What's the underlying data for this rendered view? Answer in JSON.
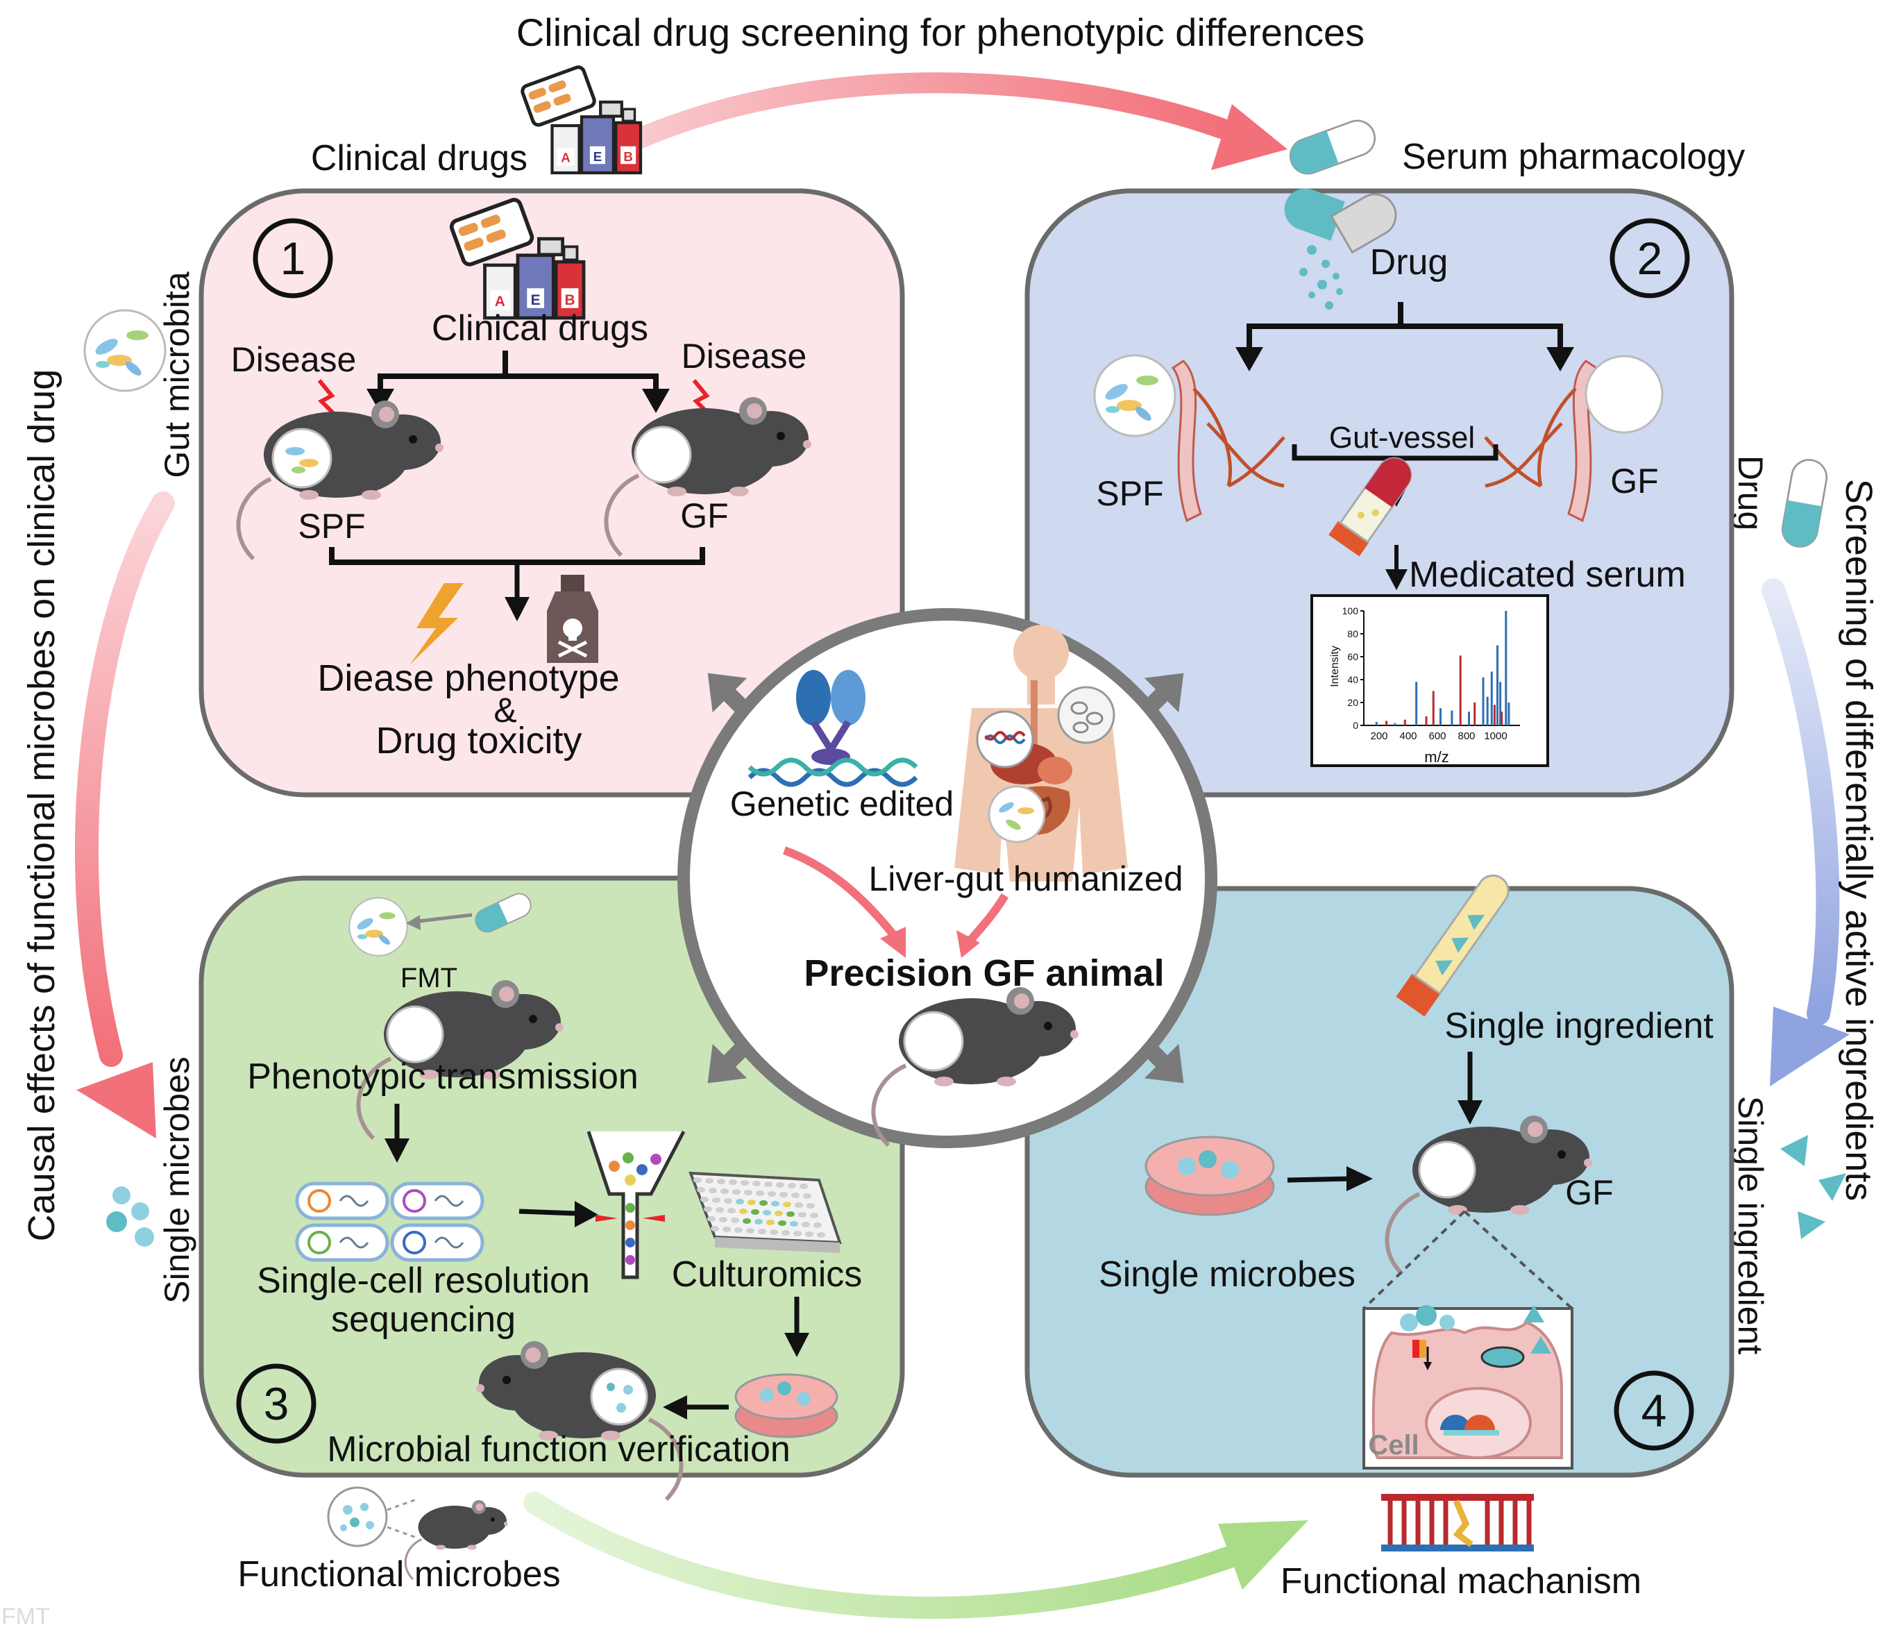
{
  "top_flow": {
    "title": "Clinical drug screening for phenotypic differences",
    "left_label": "Clinical drugs",
    "right_label": "Serum pharmacology"
  },
  "left_flow": {
    "main_label": "Causal effects of functional microbes on clinical drug",
    "top_label": "Gut microbita",
    "bottom_label": "Single microbes"
  },
  "right_flow": {
    "main_label": "Screening of differentially active ingredients",
    "top_label": "Drug",
    "bottom_label": "Single ingredient"
  },
  "bottom_flow": {
    "left_label": "Functional microbes",
    "right_label": "Functional machanism"
  },
  "panel1": {
    "number": "1",
    "drugs_label": "Clinical drugs",
    "disease_left": "Disease",
    "disease_right": "Disease",
    "spf_label": "SPF",
    "gf_label": "GF",
    "result_line1": "Diease phenotype",
    "result_amp": "&",
    "result_line2": "Drug toxicity",
    "bottle_letters": [
      "A",
      "E",
      "B"
    ]
  },
  "panel2": {
    "number": "2",
    "drug_label": "Drug",
    "spf_label": "SPF",
    "gf_label": "GF",
    "gut_vessel_label": "Gut-vessel",
    "serum_label": "Medicated serum",
    "spectrum": {
      "ylabel": "Intensity",
      "xlabel": "m/z",
      "yticks": [
        "0",
        "20",
        "40",
        "60",
        "80",
        "100"
      ],
      "xticks": [
        "200",
        "400",
        "600",
        "800",
        "1000"
      ]
    }
  },
  "panel3": {
    "number": "3",
    "fmt_label": "FMT",
    "transmission_label": "Phenotypic transmission",
    "sequencing_line1": "Single-cell resolution",
    "sequencing_line2": "sequencing",
    "culturomics_label": "Culturomics",
    "verification_label": "Microbial function verification"
  },
  "panel4": {
    "number": "4",
    "ingredient_label": "Single ingredient",
    "gf_label": "GF",
    "microbes_label": "Single microbes",
    "cell_label": "Cell"
  },
  "center": {
    "genetic_label": "Genetic edited",
    "humanized_label": "Liver-gut humanized",
    "title": "Precision GF animal"
  },
  "corner_watermark": "FMT",
  "colors": {
    "panel1_bg": "#fde6ea",
    "panel2_bg": "#cfd9f0",
    "panel3_bg": "#cbe5b9",
    "panel4_bg": "#b3d8e3",
    "panel_border": "#6b6b6b",
    "flow_red": "#f2707a",
    "flow_blue": "#8fa3e0",
    "flow_green": "#a9dc86",
    "mouse": "#4a4a4c",
    "accent_teal": "#5fbcc4"
  }
}
